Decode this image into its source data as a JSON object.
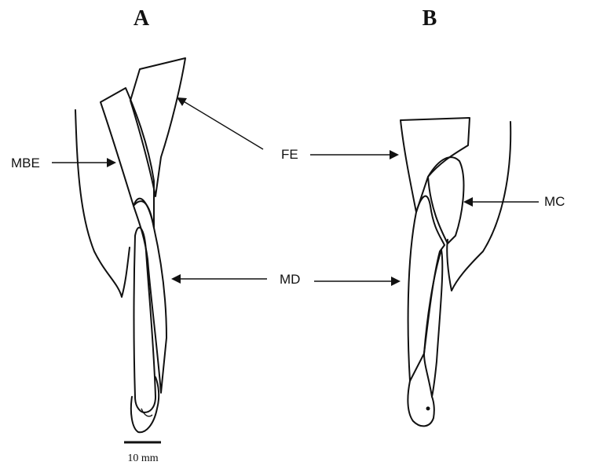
{
  "panels": {
    "a": {
      "label": "A"
    },
    "b": {
      "label": "B"
    }
  },
  "labels": {
    "mbe": "MBE",
    "fe": "FE",
    "md": "MD",
    "mc": "MC"
  },
  "scale_bar": {
    "label": "10 mm"
  }
}
